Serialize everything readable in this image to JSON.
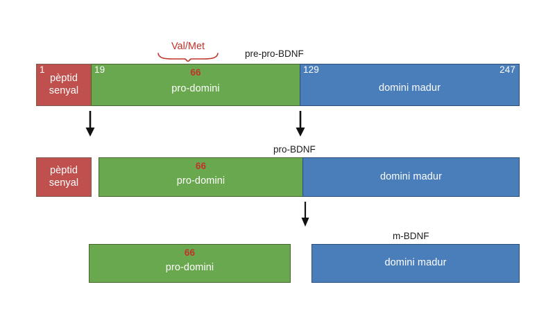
{
  "figure": {
    "title": "BDNF processing diagram",
    "language": "ca",
    "colors": {
      "signal_peptide": "#c0504e",
      "pro_domain": "#6aa84f",
      "mature_domain": "#4a7ebb",
      "residue_number": "#c0332a",
      "text": "#1b1b1b",
      "background": "#ffffff"
    }
  },
  "rows": [
    {
      "caption": "pre-pro-BDNF",
      "callout": {
        "label": "Val/Met",
        "points_to": "66"
      },
      "segments": [
        {
          "name": "signal-peptide",
          "label_line1": "pèptid",
          "label_line2": "senyal",
          "start_number": "1",
          "end_number": "",
          "residue_number": ""
        },
        {
          "name": "pro-domain",
          "label_line1": "pro-domini",
          "label_line2": "",
          "start_number": "19",
          "end_number": "",
          "residue_number": "66"
        },
        {
          "name": "mature-domain",
          "label_line1": "domini madur",
          "label_line2": "",
          "start_number": "129",
          "end_number": "247",
          "residue_number": ""
        }
      ]
    },
    {
      "caption": "pro-BDNF",
      "segments": [
        {
          "name": "signal-peptide",
          "label_line1": "pèptid",
          "label_line2": "senyal",
          "start_number": "",
          "end_number": "",
          "residue_number": ""
        },
        {
          "name": "pro-domain",
          "label_line1": "pro-domini",
          "label_line2": "",
          "start_number": "",
          "end_number": "",
          "residue_number": "66"
        },
        {
          "name": "mature-domain",
          "label_line1": "domini madur",
          "label_line2": "",
          "start_number": "",
          "end_number": "",
          "residue_number": ""
        }
      ]
    },
    {
      "caption": "m-BDNF",
      "segments": [
        {
          "name": "pro-domain",
          "label_line1": "pro-domini",
          "label_line2": "",
          "start_number": "",
          "end_number": "",
          "residue_number": "66"
        },
        {
          "name": "mature-domain",
          "label_line1": "domini madur",
          "label_line2": "",
          "start_number": "",
          "end_number": "",
          "residue_number": ""
        }
      ]
    }
  ],
  "arrows": [
    {
      "name": "cleavage-arrow-signal-peptide"
    },
    {
      "name": "cleavage-arrow-pro-domain"
    },
    {
      "name": "cleavage-arrow-mature-domain"
    }
  ]
}
